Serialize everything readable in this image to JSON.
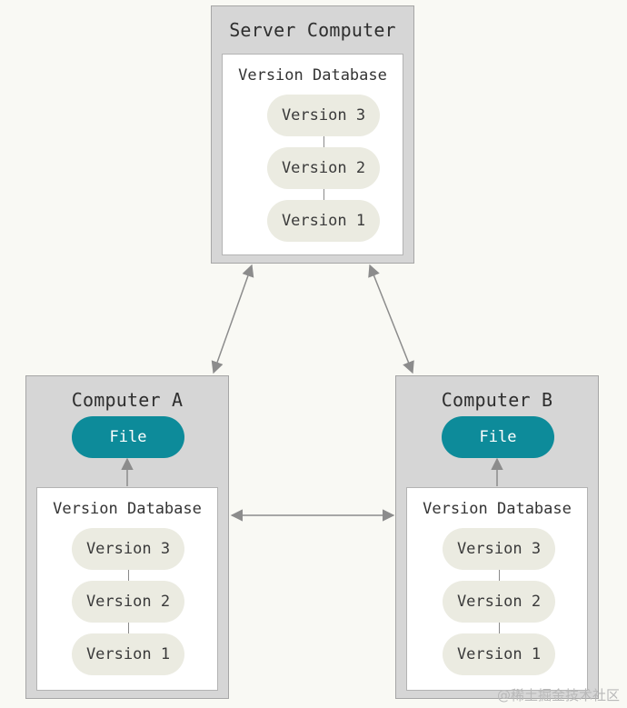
{
  "server": {
    "title": "Server Computer",
    "db_title": "Version Database",
    "versions": [
      "Version 3",
      "Version 2",
      "Version 1"
    ]
  },
  "computer_a": {
    "title": "Computer A",
    "file_label": "File",
    "db_title": "Version Database",
    "versions": [
      "Version 3",
      "Version 2",
      "Version 1"
    ]
  },
  "computer_b": {
    "title": "Computer B",
    "file_label": "File",
    "db_title": "Version Database",
    "versions": [
      "Version 3",
      "Version 2",
      "Version 1"
    ]
  },
  "colors": {
    "machine_bg": "#d6d6d6",
    "version_bg": "#ebebe1",
    "file_bg": "#0d8b9a",
    "arrow": "#8c8c8c"
  },
  "watermark": "@稀土掘金技术社区"
}
